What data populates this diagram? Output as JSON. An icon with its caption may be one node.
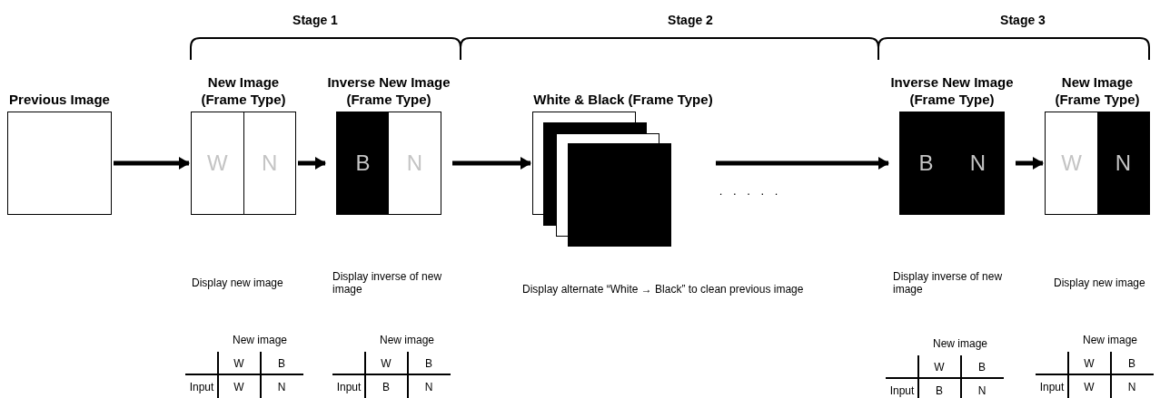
{
  "diagram": {
    "nodes": [
      {
        "text": [
          "Previous Image"
        ]
      },
      {
        "text": [
          "New Image (Frame Type)",
          "W",
          "N"
        ]
      },
      {
        "text": [
          "Inverse New Image (Frame Type)",
          "B",
          "N"
        ]
      },
      {
        "text": [
          "White & Black (Frame Type)"
        ]
      },
      {
        "text": [
          "Inverse New Image (Frame Type)",
          "B",
          "N"
        ]
      },
      {
        "text": [
          "New Image (Frame Type)",
          "W",
          "N"
        ]
      }
    ],
    "edges": [
      {
        "from": 0,
        "to": 1,
        "arrow": "to"
      },
      {
        "from": 1,
        "to": 2,
        "arrow": "to"
      },
      {
        "from": 2,
        "to": 3,
        "arrow": "to"
      },
      {
        "from": 3,
        "to": 4,
        "arrow": "to"
      },
      {
        "from": 4,
        "to": 5,
        "arrow": "to"
      }
    ],
    "labels": [
      "Stage 1",
      "Stage 2",
      "Stage 3",
      ". . . . .",
      "Display new image",
      "Display inverse of new image",
      "Display alternate “White → Black” to clean previous image",
      "Display inverse of new image",
      "Display new image",
      "New image",
      "W",
      "B",
      "Input",
      "W",
      "N",
      "New image",
      "W",
      "B",
      "Input",
      "B",
      "N",
      "New image",
      "W",
      "B",
      "Input",
      "B",
      "N",
      "New image",
      "W",
      "B",
      "Input",
      "W",
      "N"
    ]
  }
}
